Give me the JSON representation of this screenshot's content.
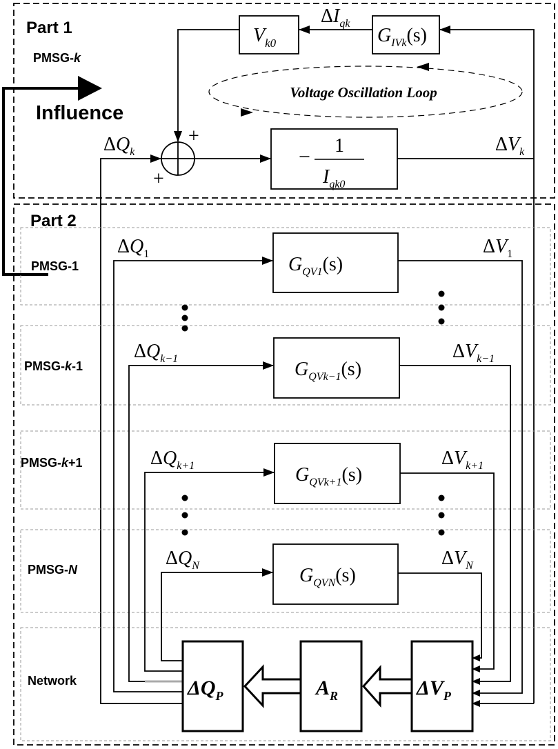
{
  "part1": {
    "title": "Part 1",
    "subtitle_prefix": "PMSG-",
    "subtitle_var": "k",
    "influence": "Influence",
    "loop_label": "Voltage Oscillation Loop",
    "blocks": {
      "v_k0": {
        "main": "V",
        "sub": "k0"
      },
      "g_ivk": {
        "main": "G",
        "sub": "IVk",
        "arg": "(s)"
      },
      "neg_inv": {
        "sign": "−",
        "numer": "1",
        "denom_main": "I",
        "denom_sub": "qk0"
      }
    },
    "signals": {
      "delta_iqk": {
        "delta": "Δ",
        "main": "I",
        "sub": "qk"
      },
      "delta_qk": {
        "delta": "Δ",
        "main": "Q",
        "sub": "k"
      },
      "delta_vk": {
        "delta": "Δ",
        "main": "V",
        "sub": "k"
      }
    },
    "sum_signs": {
      "top": "+",
      "left": "+"
    }
  },
  "part2": {
    "title": "Part 2",
    "rows": [
      {
        "label_prefix": "PMSG-",
        "label_var": "",
        "label_suffix": "1",
        "block_main": "G",
        "block_sub": "QV1",
        "block_arg": "(s)",
        "q_sub": "1",
        "v_sub": "1"
      },
      {
        "label_prefix": "PMSG-",
        "label_var": "k",
        "label_suffix": "-1",
        "block_main": "G",
        "block_sub": "QVk−1",
        "block_arg": "(s)",
        "q_sub": "k−1",
        "v_sub": "k−1"
      },
      {
        "label_prefix": "PMSG-",
        "label_var": "k",
        "label_suffix": "+1",
        "block_main": "G",
        "block_sub": "QVk+1",
        "block_arg": "(s)",
        "q_sub": "k+1",
        "v_sub": "k+1"
      },
      {
        "label_prefix": "PMSG-",
        "label_var": "N",
        "label_suffix": "",
        "block_main": "G",
        "block_sub": "QVN",
        "block_arg": "(s)",
        "q_sub": "N",
        "v_sub": "N"
      }
    ],
    "network": {
      "label": "Network",
      "dq_block": {
        "delta": "Δ",
        "main": "Q",
        "sub": "P"
      },
      "ar_block": {
        "main": "A",
        "sub": "R"
      },
      "dv_block": {
        "delta": "Δ",
        "main": "V",
        "sub": "P"
      }
    },
    "signal_delta": "Δ",
    "signal_q": "Q",
    "signal_v": "V"
  }
}
